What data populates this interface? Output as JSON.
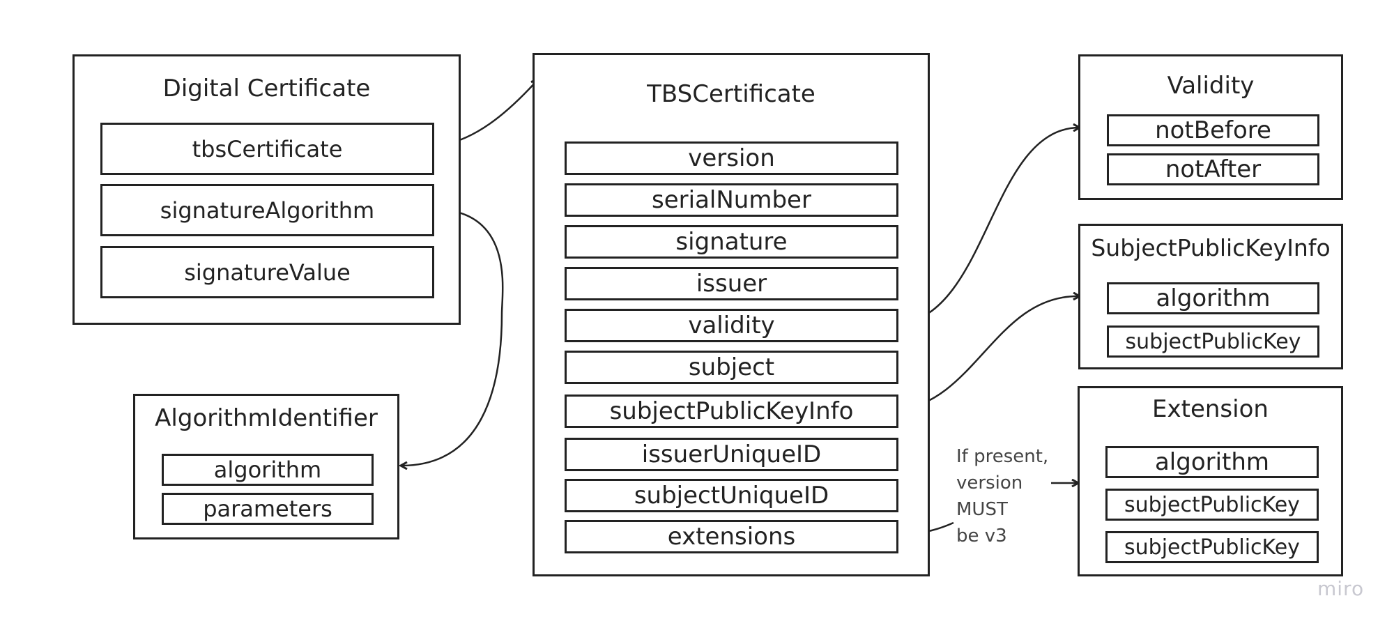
{
  "digital_certificate": {
    "title": "Digital Certificate",
    "fields": [
      "tbsCertificate",
      "signatureAlgorithm",
      "signatureValue"
    ]
  },
  "algorithm_identifier": {
    "title": "AlgorithmIdentifier",
    "fields": [
      "algorithm",
      "parameters"
    ]
  },
  "tbs_certificate": {
    "title": "TBSCertificate",
    "fields": [
      "version",
      "serialNumber",
      "signature",
      "issuer",
      "validity",
      "subject",
      "subjectPublicKeyInfo",
      "issuerUniqueID",
      "subjectUniqueID",
      "extensions"
    ]
  },
  "validity": {
    "title": "Validity",
    "fields": [
      "notBefore",
      "notAfter"
    ]
  },
  "subject_public_key_info": {
    "title": "SubjectPublicKeyInfo",
    "fields": [
      "algorithm",
      "subjectPublicKey"
    ]
  },
  "extension": {
    "title": "Extension",
    "fields": [
      "algorithm",
      "subjectPublicKey",
      "subjectPublicKey"
    ]
  },
  "extensions_note": "If present,\nversion\nMUST\nbe v3",
  "watermark": "miro",
  "colors": {
    "stroke": "#222222",
    "note": "#444444",
    "watermark": "#c8c8d0"
  }
}
